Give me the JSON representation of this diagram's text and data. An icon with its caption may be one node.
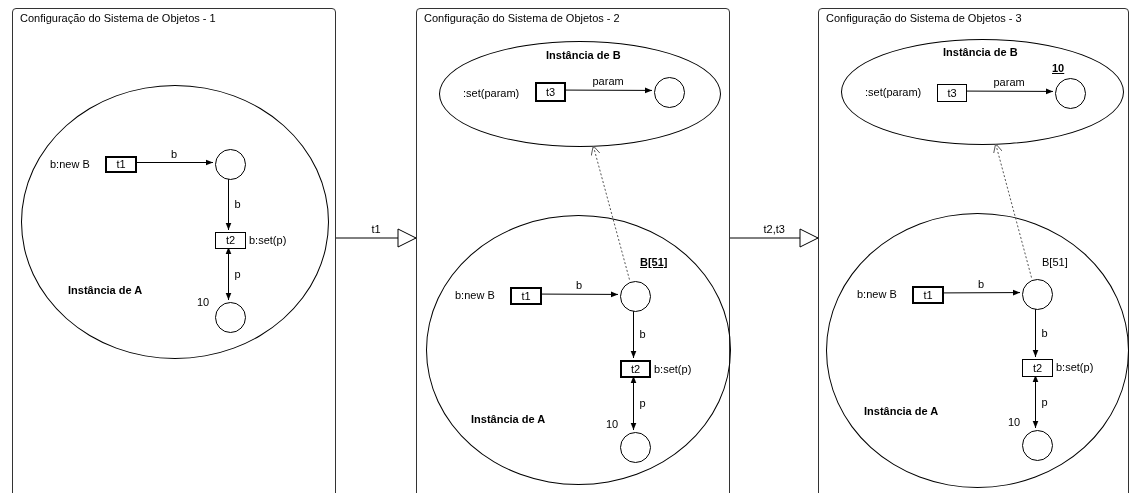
{
  "diagram": {
    "nodes": [
      {
        "text": [
          "Configuração do Sistema de Objetos - 1"
        ]
      },
      {
        "text": [
          "Instância de A"
        ],
        "in": 0
      },
      {
        "text": [
          "t1"
        ],
        "beside": [
          "b:new B"
        ],
        "in": 1
      },
      {
        "text": [],
        "shape": "circle",
        "in": 1
      },
      {
        "text": [
          "t2"
        ],
        "beside": [
          "b:set(p)"
        ],
        "in": 1
      },
      {
        "text": [],
        "shape": "circle",
        "beside": [
          "10"
        ],
        "in": 1
      },
      {
        "text": [
          "Configuração do Sistema de Objetos - 2"
        ]
      },
      {
        "text": [
          "Instância de B"
        ],
        "in": 6
      },
      {
        "text": [
          "t3"
        ],
        "beside": [
          ":set(param)"
        ],
        "in": 7
      },
      {
        "text": [],
        "shape": "circle",
        "in": 7
      },
      {
        "text": [
          "Instância de A"
        ],
        "in": 6
      },
      {
        "text": [
          "t1"
        ],
        "beside": [
          "b:new B"
        ],
        "in": 10
      },
      {
        "text": [],
        "shape": "circle",
        "beside": [
          "B[51]"
        ],
        "in": 10
      },
      {
        "text": [
          "t2"
        ],
        "beside": [
          "b:set(p)"
        ],
        "in": 10
      },
      {
        "text": [],
        "shape": "circle",
        "beside": [
          "10"
        ],
        "in": 10
      },
      {
        "text": [
          "Configuração do Sistema de Objetos - 3"
        ]
      },
      {
        "text": [
          "Instância de B"
        ],
        "in": 15
      },
      {
        "text": [
          "t3"
        ],
        "beside": [
          ":set(param)"
        ],
        "in": 16
      },
      {
        "text": [],
        "shape": "circle",
        "beside": [
          "10"
        ],
        "in": 16
      },
      {
        "text": [
          "Instância de A"
        ],
        "in": 15
      },
      {
        "text": [
          "t1"
        ],
        "beside": [
          "b:new B"
        ],
        "in": 19
      },
      {
        "text": [],
        "shape": "circle",
        "beside": [
          "B[51]"
        ],
        "in": 19
      },
      {
        "text": [
          "t2"
        ],
        "beside": [
          "b:set(p)"
        ],
        "in": 19
      },
      {
        "text": [],
        "shape": "circle",
        "beside": [
          "10"
        ],
        "in": 19
      }
    ],
    "edges": [
      {
        "from": 2,
        "to": 3,
        "arrow": "to",
        "label": "b"
      },
      {
        "from": 3,
        "to": 4,
        "arrow": "to",
        "label": "b"
      },
      {
        "from": 4,
        "to": 5,
        "arrow": "both",
        "label": "p"
      },
      {
        "from": 0,
        "to": 6,
        "arrow": "to",
        "label": "t1"
      },
      {
        "from": 8,
        "to": 9,
        "arrow": "to",
        "label": "param"
      },
      {
        "from": 11,
        "to": 12,
        "arrow": "to",
        "label": "b"
      },
      {
        "from": 12,
        "to": 13,
        "arrow": "to",
        "label": "b"
      },
      {
        "from": 13,
        "to": 14,
        "arrow": "both",
        "label": "p"
      },
      {
        "from": 12,
        "to": 7,
        "arrow": "to",
        "style": "dashed"
      },
      {
        "from": 6,
        "to": 15,
        "arrow": "to",
        "label": "t2,t3"
      },
      {
        "from": 17,
        "to": 18,
        "arrow": "to",
        "label": "param"
      },
      {
        "from": 20,
        "to": 21,
        "arrow": "to",
        "label": "b"
      },
      {
        "from": 21,
        "to": 22,
        "arrow": "to",
        "label": "b"
      },
      {
        "from": 22,
        "to": 23,
        "arrow": "both",
        "label": "p"
      },
      {
        "from": 21,
        "to": 16,
        "arrow": "to",
        "style": "dashed"
      }
    ]
  }
}
